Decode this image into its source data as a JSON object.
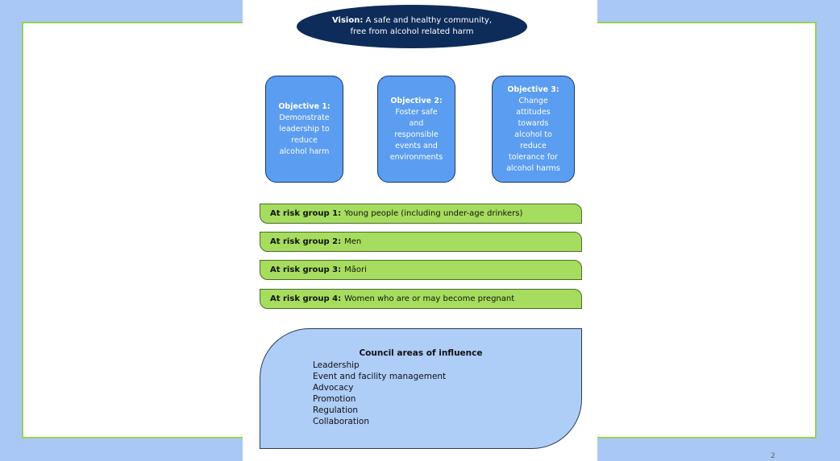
{
  "vision": {
    "label": "Vision:",
    "text_line1": "A safe and healthy community,",
    "text_line2": "free from alcohol related harm"
  },
  "objectives": [
    {
      "title": "Objective 1:",
      "body": "Demonstrate\nleadership to\nreduce\nalcohol harm"
    },
    {
      "title": "Objective 2:",
      "body": "Foster safe\nand\nresponsible\nevents and\nenvironments"
    },
    {
      "title": "Objective 3:",
      "body": "Change\nattitudes\ntowards\nalcohol to\nreduce\ntolerance for\nalcohol harms"
    }
  ],
  "risk_groups": [
    {
      "label": "At risk group 1:",
      "text": "Young people (including under-age drinkers)"
    },
    {
      "label": "At risk group 2:",
      "text": "Men"
    },
    {
      "label": "At risk group 3:",
      "text": "Māori"
    },
    {
      "label": "At risk group 4:",
      "text": "Women who are or may become pregnant"
    }
  ],
  "council": {
    "title": "Council areas of influence",
    "items": [
      "Leadership",
      "Event and facility management",
      "Advocacy",
      "Promotion",
      "Regulation",
      "Collaboration"
    ]
  },
  "page_number": "2",
  "colors": {
    "background": "#a9c8f5",
    "frame_border": "#9ad24f",
    "vision": "#0d2c5a",
    "objective": "#5b9df0",
    "risk": "#a6dd5e",
    "council": "#aecdf7"
  }
}
